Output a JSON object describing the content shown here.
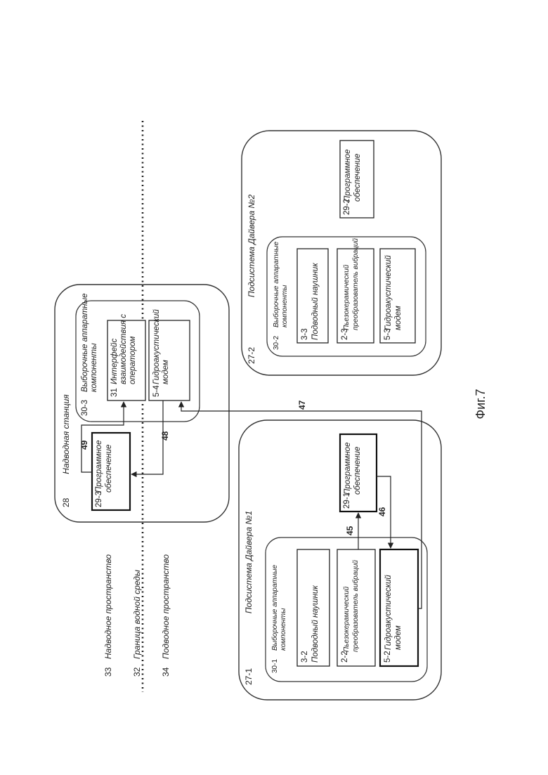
{
  "figure": {
    "caption": "Фиг.7"
  },
  "legend": [
    {
      "id": "33",
      "label": "Надводное пространство"
    },
    {
      "id": "32",
      "label": "Граница водной среды"
    },
    {
      "id": "34",
      "label": "Подводное пространство"
    }
  ],
  "surface_station": {
    "id": "28",
    "title": "Надводная станция",
    "software": {
      "id": "29-3",
      "label": [
        "Программное",
        "обеспечение"
      ]
    },
    "hardware": {
      "id": "30-3",
      "title": [
        "Выборочные аппаратные",
        "компоненты"
      ],
      "interface": {
        "id": "31",
        "label": [
          "Интерфейс",
          "взаимодействия с",
          "оператором"
        ]
      },
      "modem": {
        "id": "5-4",
        "label": [
          "Гидроакустический",
          "модем"
        ]
      }
    }
  },
  "diver1": {
    "id": "27-1",
    "title": "Подсистема Дайвера №1",
    "hardware": {
      "id": "30-1",
      "title": [
        "Выборочные аппаратные",
        "компоненты"
      ],
      "headphone": {
        "id": "3-2",
        "label": [
          "Подводный наушник"
        ]
      },
      "transducer": {
        "id": "2-2",
        "label": [
          "Пьезокерамический",
          "преобразователь вибраций"
        ]
      },
      "modem": {
        "id": "5-2",
        "label": [
          "Гидроакустический",
          "модем"
        ]
      }
    },
    "software": {
      "id": "29-1",
      "label": [
        "Программное",
        "обеспечение"
      ]
    }
  },
  "diver2": {
    "id": "27-2",
    "title": "Подсистема Дайвера №2",
    "hardware": {
      "id": "30-2",
      "title": [
        "Выборочные аппаратные",
        "компоненты"
      ],
      "headphone": {
        "id": "3-3",
        "label": [
          "Подводный наушник"
        ]
      },
      "transducer": {
        "id": "2-3",
        "label": [
          "Пьезокерамический",
          "преобразователь вибраций"
        ]
      },
      "modem": {
        "id": "5-3",
        "label": [
          "Гидроакустический",
          "модем"
        ]
      }
    },
    "software": {
      "id": "29-2",
      "label": [
        "Программное",
        "обеспечение"
      ]
    }
  },
  "connections": [
    {
      "id": "45"
    },
    {
      "id": "46"
    },
    {
      "id": "47"
    },
    {
      "id": "48"
    },
    {
      "id": "49"
    }
  ]
}
